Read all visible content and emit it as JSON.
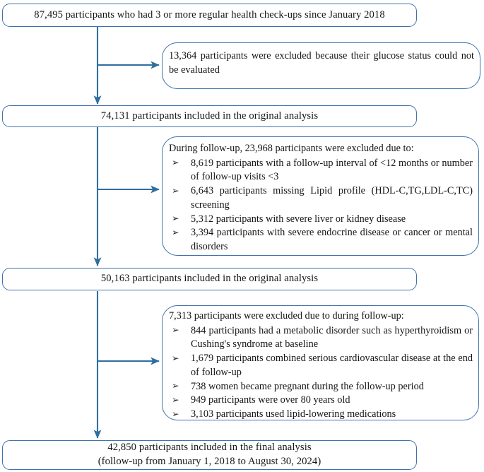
{
  "diagram": {
    "title": "Participant flow diagram",
    "colors": {
      "border": "#3f72ad",
      "connector": "#2e6e9e",
      "text": "#151515",
      "background": "#ffffff"
    }
  },
  "nodes": {
    "enrolled": {
      "text": "87,495 participants who had 3 or more regular health check-ups since January 2018"
    },
    "excluded_glucose": {
      "text": "13,364 participants were excluded because their glucose status could not be evaluated"
    },
    "original_1": {
      "text": "74,131 participants included in the original analysis"
    },
    "excluded_followup": {
      "heading": "During follow-up, 23,968 participants were excluded due to:",
      "bullets": [
        "8,619 participants with a follow-up interval of <12 months or number of follow-up visits <3",
        "6,643 participants missing Lipid profile (HDL-C,TG,LDL-C,TC) screening",
        "5,312 participants with severe liver or kidney disease",
        "3,394 participants with severe endocrine disease or cancer or mental disorders"
      ],
      "marker": "➢"
    },
    "original_2": {
      "text": "50,163 participants included in the original analysis"
    },
    "excluded_second": {
      "heading": "7,313 participants were excluded due to during follow-up:",
      "bullets": [
        "844 participants had a metabolic disorder such as hyperthyroidism or Cushing's syndrome at baseline",
        "1,679 participants combined serious cardiovascular disease at the end of follow-up",
        "738 women became pregnant during the follow-up period",
        "949 participants were over 80 years old",
        "3,103 participants used lipid-lowering medications"
      ],
      "marker": "➢"
    },
    "final": {
      "line1": "42,850 participants included in the final analysis",
      "line2": "(follow-up from January 1, 2018 to August 30, 2024)"
    }
  }
}
